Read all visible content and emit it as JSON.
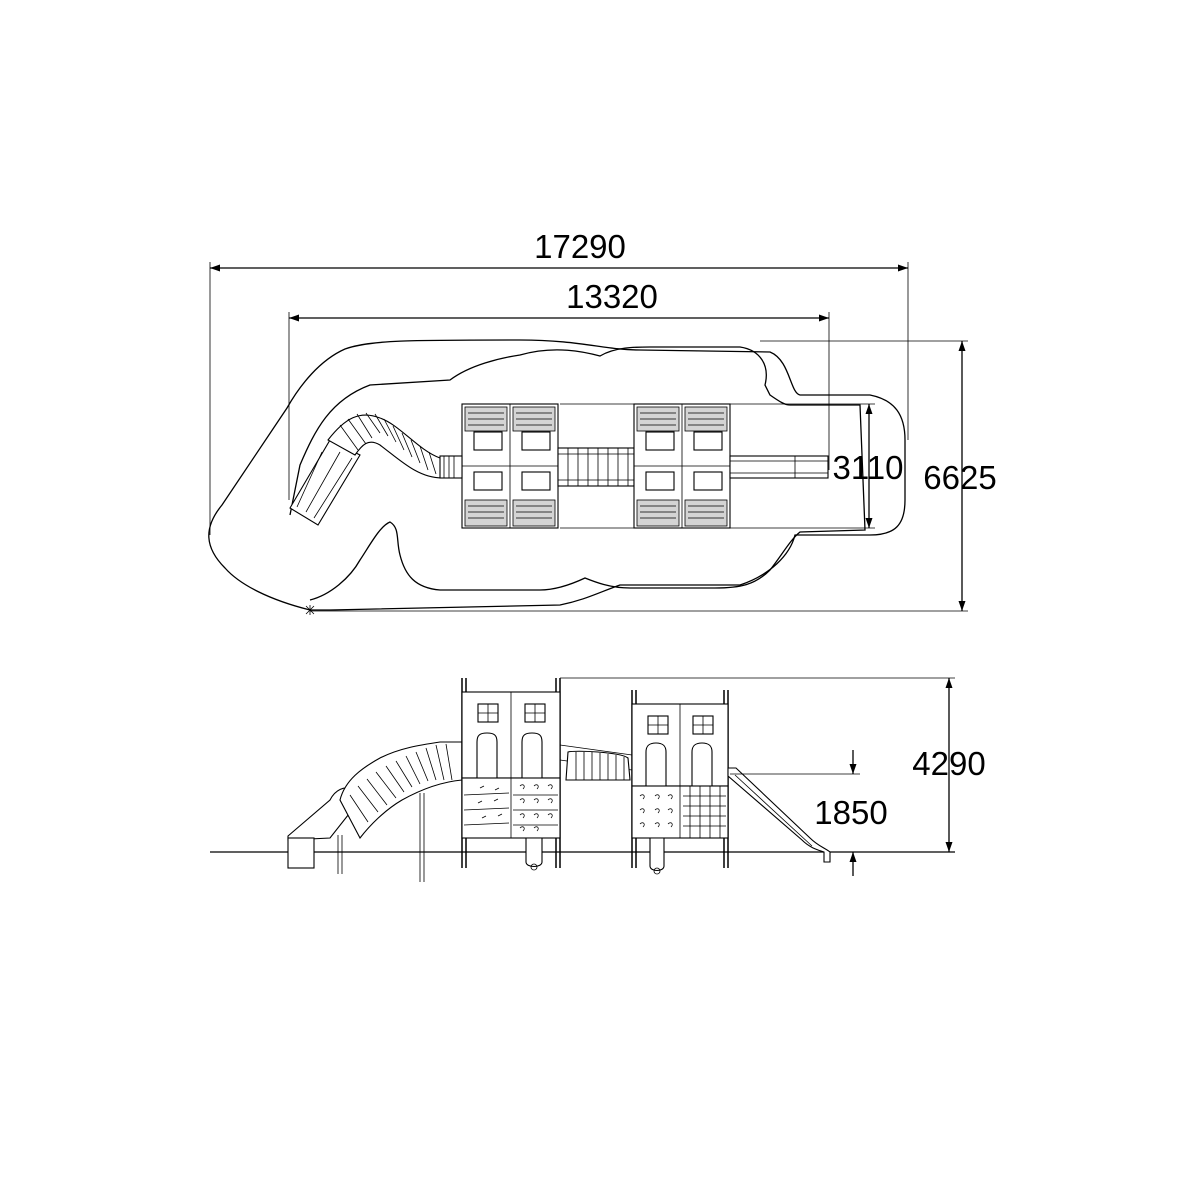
{
  "drawing": {
    "views": [
      "plan-view",
      "side-elevation"
    ],
    "dimensions": {
      "overall_length": "17290",
      "equipment_length": "13320",
      "equipment_width": "3110",
      "overall_width": "6625",
      "total_height": "4290",
      "platform_height": "1850"
    }
  }
}
